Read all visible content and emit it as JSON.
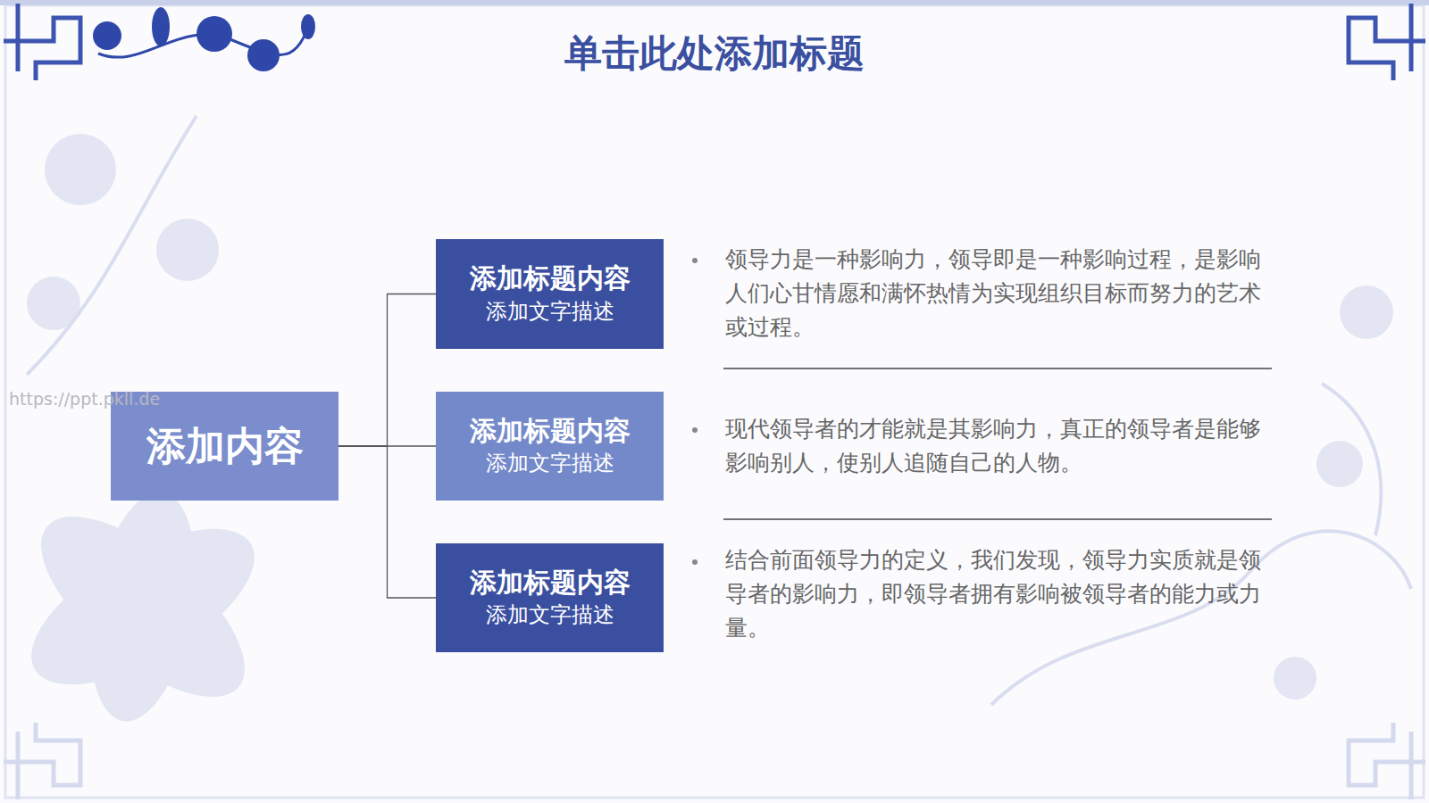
{
  "diagram": {
    "title": "单击此处添加标题",
    "nodes": [
      {
        "text": [
          "添加内容"
        ]
      },
      {
        "text": [
          "添加标题内容",
          "添加文字描述"
        ]
      },
      {
        "text": [
          "添加标题内容",
          "添加文字描述"
        ]
      },
      {
        "text": [
          "添加标题内容",
          "添加文字描述"
        ]
      }
    ],
    "edges": [
      {
        "from": 0,
        "to": 1,
        "arrow": "none"
      },
      {
        "from": 0,
        "to": 2,
        "arrow": "none"
      },
      {
        "from": 0,
        "to": 3,
        "arrow": "none"
      }
    ],
    "labels": [
      "领导力是一种影响力，领导即是一种影响过程，是影响人们心甘情愿和满怀热情为实现组织目标而努力的艺术或过程。",
      "现代领导者的才能就是其影响力，真正的领导者是能够影响别人，使别人追随自己的人物。",
      "结合前面领导力的定义，我们发现，领导力实质就是领导者的影响力，即领导者拥有影响被领导者的能力或力量。",
      "https://ppt.pkll.de"
    ]
  }
}
